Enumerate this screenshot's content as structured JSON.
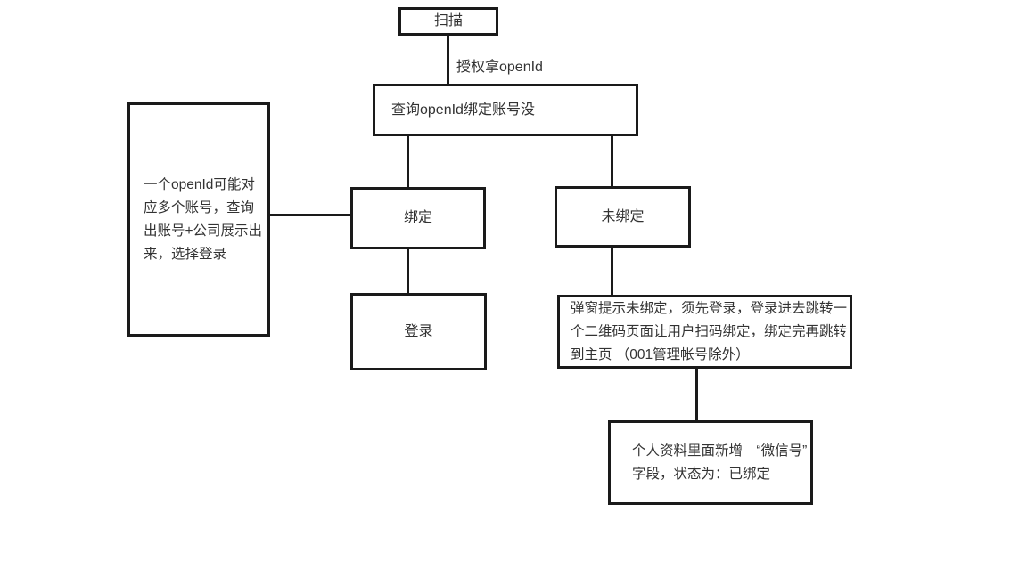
{
  "diagram": {
    "type": "flowchart",
    "colors": {
      "background": "#ffffff",
      "line": "#1a1a1a",
      "text": "#333333"
    },
    "nodes": {
      "scan": {
        "label": "扫描"
      },
      "query": {
        "label": "查询openId绑定账号没"
      },
      "left_note": {
        "label": "一个openId可能对\n应多个账号，查询\n出账号+公司展示出\n来，选择登录"
      },
      "bind": {
        "label": "绑定"
      },
      "unbind": {
        "label": "未绑定"
      },
      "login": {
        "label": "登录"
      },
      "popup_note": {
        "label": "弹窗提示未绑定，须先登录，登录进去跳转一\n个二维码页面让用户扫码绑定，绑定完再跳转\n到主页 （001管理帐号除外）"
      },
      "profile_note": {
        "label": "个人资料里面新增　“微信号”\n字段，状态为：已绑定"
      }
    },
    "edges": {
      "auth_label": "授权拿openId"
    }
  }
}
